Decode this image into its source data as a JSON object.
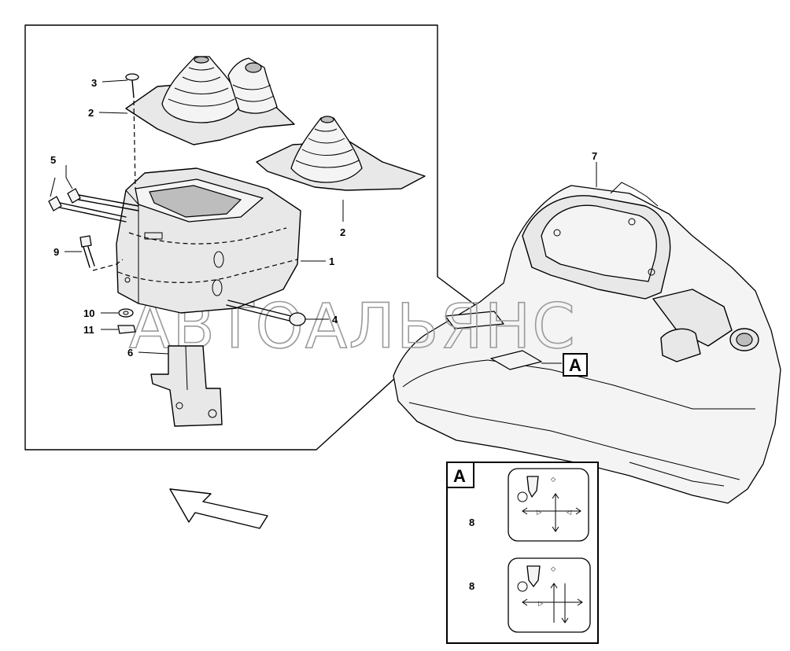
{
  "callouts": {
    "c1": "1",
    "c2a": "2",
    "c2b": "2",
    "c3": "3",
    "c4": "4",
    "c5": "5",
    "c6": "6",
    "c7": "7",
    "c8a": "8",
    "c8b": "8",
    "c9": "9",
    "c10": "10",
    "c11": "11"
  },
  "view_marker": {
    "main": "A",
    "detail": "A"
  },
  "watermark": "АВТОАЛЬЯНС"
}
